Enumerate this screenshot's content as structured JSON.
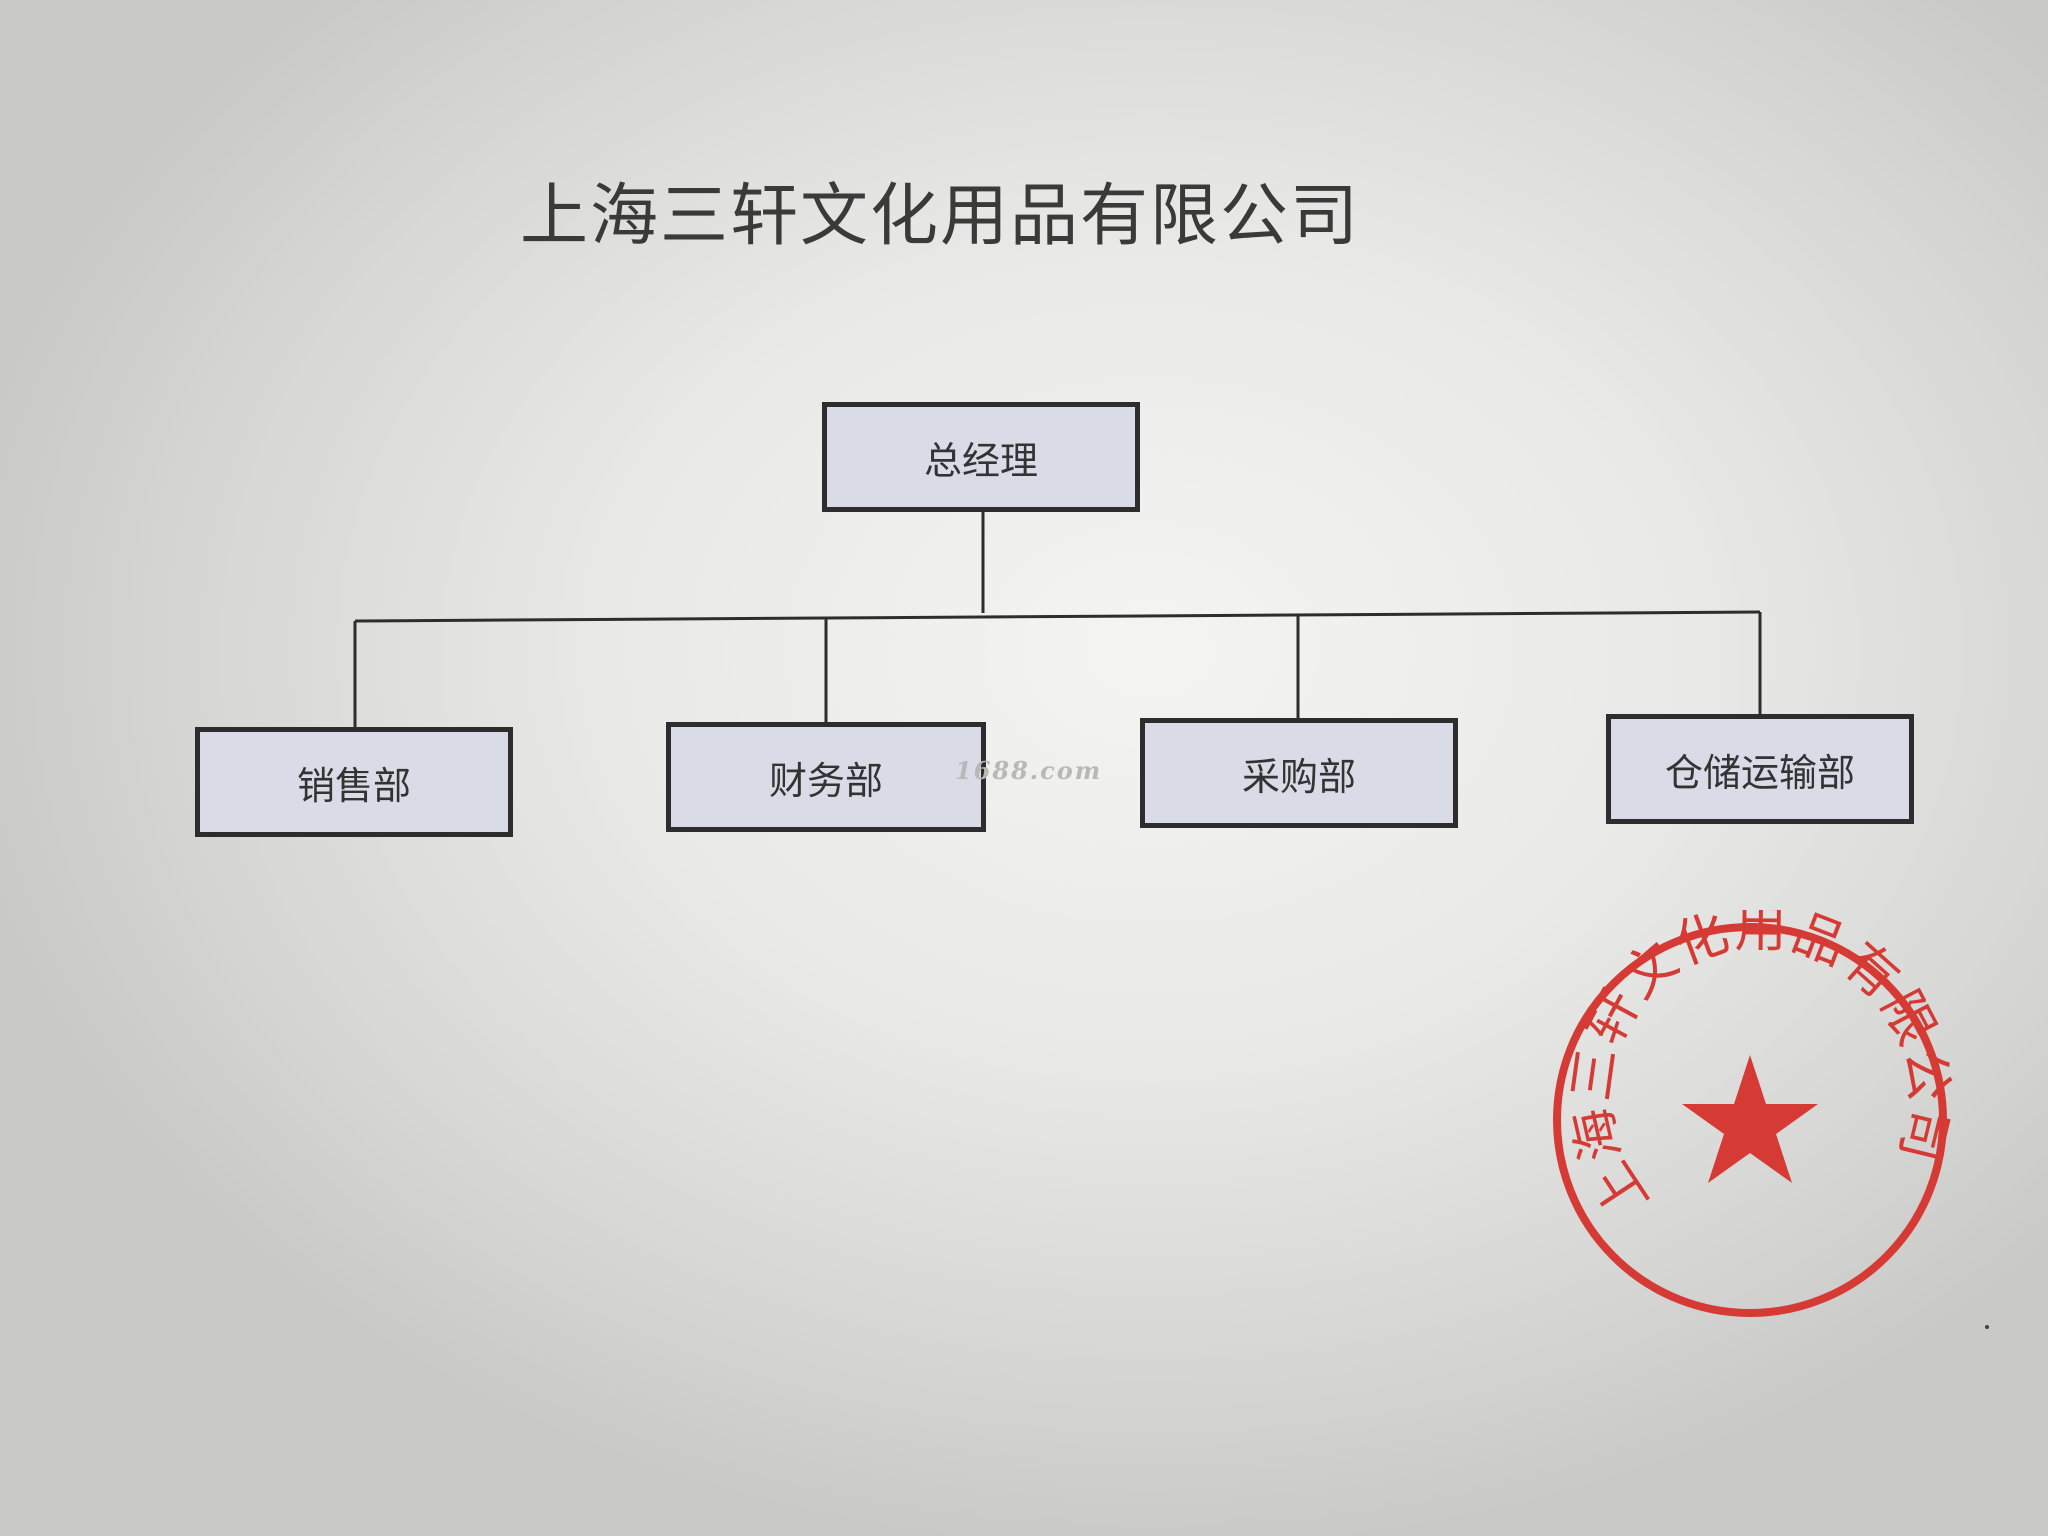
{
  "document": {
    "title": "上海三轩文化用品有限公司"
  },
  "org_chart": {
    "root": {
      "label": "总经理"
    },
    "departments": [
      {
        "label": "销售部"
      },
      {
        "label": "财务部"
      },
      {
        "label": "采购部"
      },
      {
        "label": "仓储运输部"
      }
    ]
  },
  "watermark": {
    "text": "1688.com"
  },
  "seal": {
    "text": "上海三轩文化用品有限公司",
    "color": "#d63a35",
    "icon": "star-icon"
  }
}
